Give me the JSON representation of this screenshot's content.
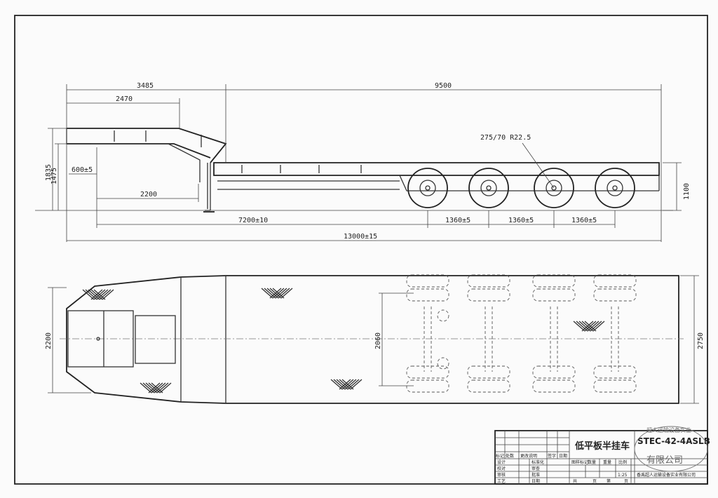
{
  "side_view": {
    "dims": {
      "d3485": "3485",
      "d9500": "9500",
      "d2470": "2470",
      "d1835": "1835",
      "d1475": "1475",
      "d600": "600±5",
      "d2200": "2200",
      "d7200": "7200±10",
      "d1360a": "1360±5",
      "d1360b": "1360±5",
      "d1360c": "1360±5",
      "d13000": "13000±15",
      "d1100": "1100"
    },
    "tire": "275/70 R22.5"
  },
  "top_view": {
    "dims": {
      "d2200": "2200",
      "d2060": "2060",
      "d2750": "2750"
    }
  },
  "title_block": {
    "name": "低平板半挂车",
    "code": "STEC-42-4ASLB",
    "scale_label": "比例",
    "scale": "1:25",
    "rev_headers": [
      "标记",
      "处数",
      "更改说明",
      "签字",
      "日期"
    ],
    "sign_rows": [
      [
        "设计",
        "标准化"
      ],
      [
        "校对",
        "审查"
      ],
      [
        "审核",
        "批准"
      ],
      [
        "工艺",
        "日期"
      ]
    ],
    "info_headers": [
      "图样标记",
      "数量",
      "重量"
    ],
    "pages": [
      "共",
      "页",
      "第",
      "页"
    ],
    "company": "香禹超人运输设备实业有限公司",
    "stamp_top": "超人运输设备实业",
    "stamp_bottom": "有限公司"
  }
}
